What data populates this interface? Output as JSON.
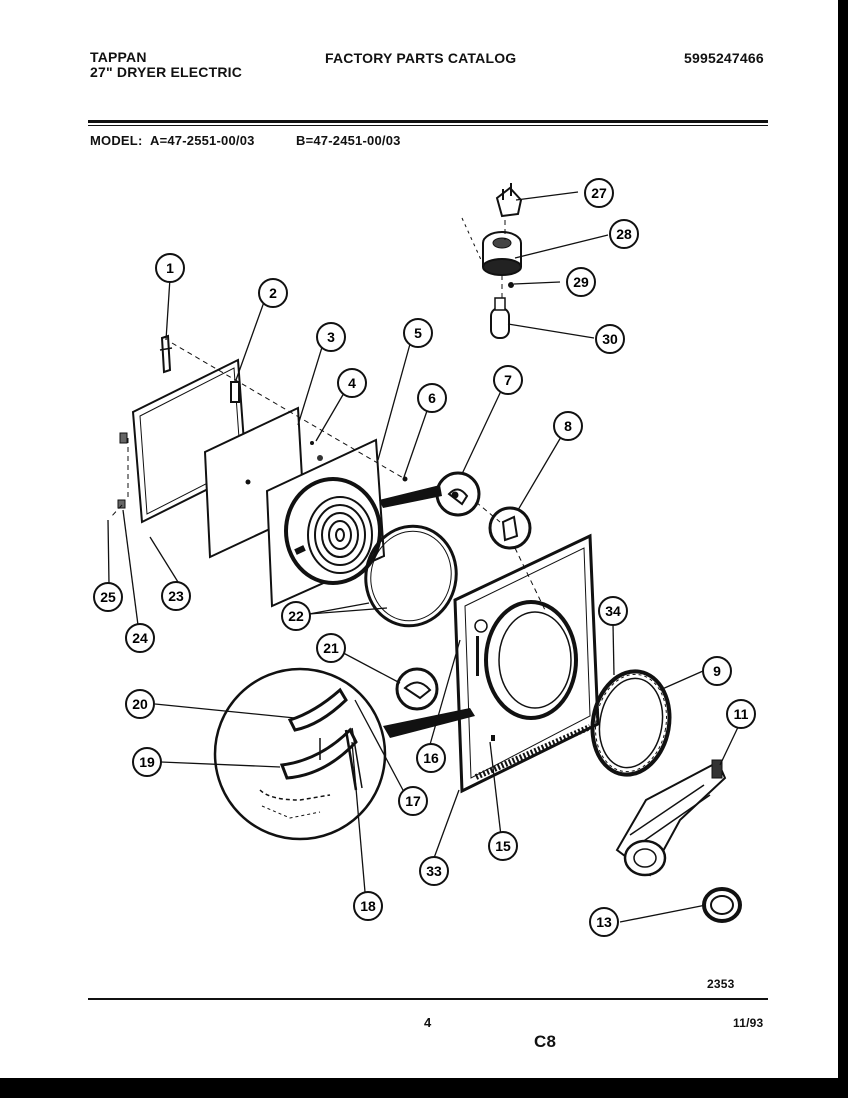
{
  "header": {
    "brand": "TAPPAN",
    "product": "27\" DRYER ELECTRIC",
    "catalog_title": "FACTORY PARTS CATALOG",
    "catalog_number": "5995247466"
  },
  "model_line": {
    "label": "MODEL:",
    "model_a": "A=47-2551-00/03",
    "model_b": "B=47-2451-00/03"
  },
  "callouts": [
    "1",
    "2",
    "3",
    "4",
    "5",
    "6",
    "7",
    "8",
    "9",
    "11",
    "13",
    "15",
    "16",
    "17",
    "18",
    "19",
    "20",
    "21",
    "22",
    "23",
    "24",
    "25",
    "27",
    "28",
    "29",
    "30",
    "33",
    "34"
  ],
  "footer": {
    "drawing_number": "2353",
    "page_number": "4",
    "section_code": "C8",
    "date": "11/93"
  }
}
